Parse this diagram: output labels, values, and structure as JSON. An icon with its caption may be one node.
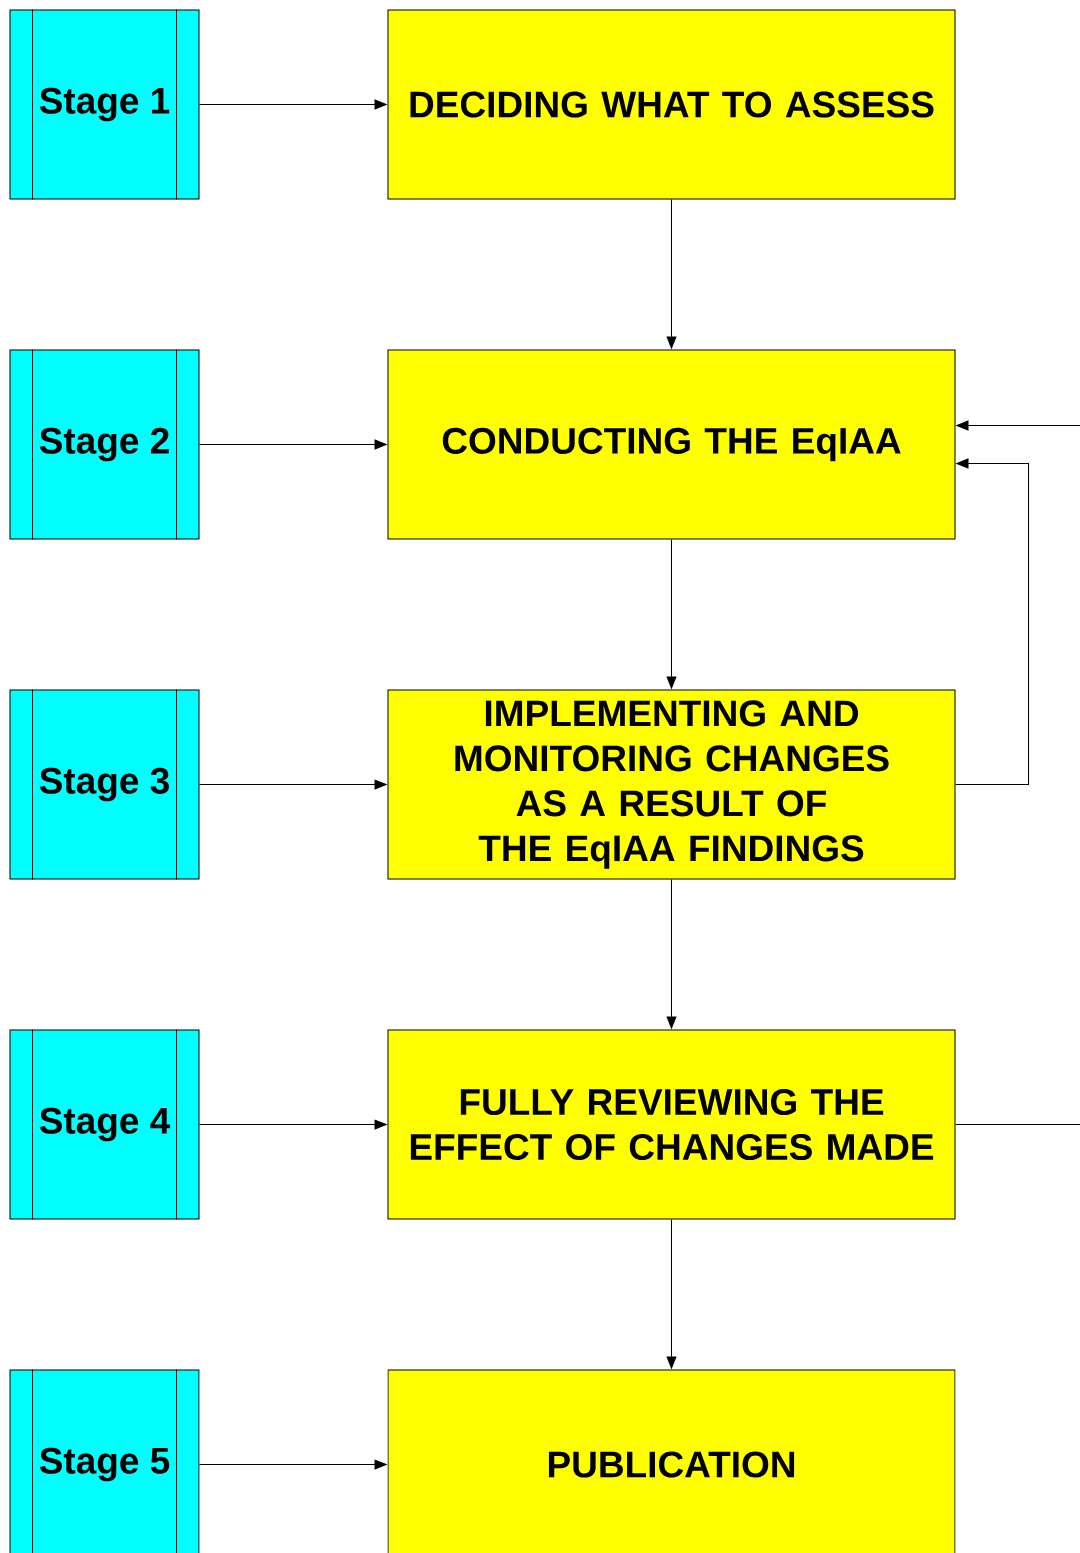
{
  "diagram": {
    "nodes": [
      {
        "text": [
          "Stage 1"
        ]
      },
      {
        "text": [
          "DECIDING WHAT TO ASSESS"
        ]
      },
      {
        "text": [
          "Stage 2"
        ]
      },
      {
        "text": [
          "CONDUCTING THE EqIAA"
        ]
      },
      {
        "text": [
          "Stage 3"
        ]
      },
      {
        "text": [
          "IMPLEMENTING AND MONITORING CHANGES AS A RESULT OF THE EqIAA FINDINGS"
        ]
      },
      {
        "text": [
          "Stage 4"
        ]
      },
      {
        "text": [
          "FULLY REVIEWING THE EFFECT OF CHANGES MADE"
        ]
      },
      {
        "text": [
          "Stage 5"
        ]
      },
      {
        "text": [
          "PUBLICATION"
        ]
      }
    ],
    "edges": [
      {
        "from": 0,
        "to": 1,
        "arrow": "to"
      },
      {
        "from": 1,
        "to": 3,
        "arrow": "to"
      },
      {
        "from": 2,
        "to": 3,
        "arrow": "to"
      },
      {
        "from": null,
        "to": 3,
        "arrow": "to"
      },
      {
        "from": 3,
        "to": 5,
        "arrow": "to"
      },
      {
        "from": 4,
        "to": 5,
        "arrow": "to"
      },
      {
        "from": 5,
        "to": 3,
        "arrow": "to"
      },
      {
        "from": 5,
        "to": 7,
        "arrow": "to"
      },
      {
        "from": 6,
        "to": 7,
        "arrow": "to"
      },
      {
        "from": 7,
        "to": null,
        "arrow": "none"
      },
      {
        "from": 7,
        "to": 9,
        "arrow": "to"
      },
      {
        "from": 8,
        "to": 9,
        "arrow": "to"
      }
    ]
  }
}
